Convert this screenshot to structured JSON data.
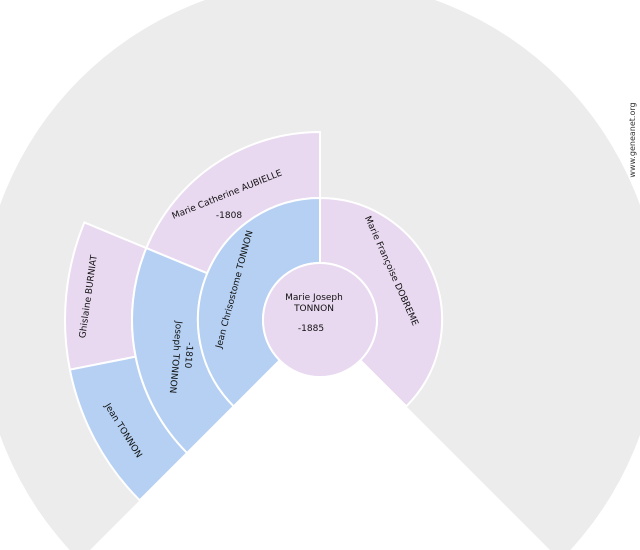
{
  "chart": {
    "watermark": "www.geneanet.org",
    "root": {
      "name_line1": "Marie Joseph",
      "name_line2": "TONNON",
      "date": "-1885",
      "gender": "female"
    },
    "father": {
      "name": "Jean Chrisostome TONNON",
      "date": "",
      "gender": "male"
    },
    "mother": {
      "name": "Marie Françoise DOBREME",
      "date": "",
      "gender": "female"
    },
    "paternal_grandfather": {
      "name": "Joseph TONNON",
      "date": "-1810",
      "gender": "male"
    },
    "paternal_grandmother": {
      "name": "Marie Catherine AUBIELLE",
      "date": "-1808",
      "gender": "female"
    },
    "great_grandfather": {
      "name": "Jean TONNON",
      "date": "",
      "gender": "male"
    },
    "great_grandmother": {
      "name": "Ghislaine BURNIAT",
      "date": "",
      "gender": "female"
    }
  },
  "colors": {
    "male": "#b5d0f2",
    "female": "#e8d8f0",
    "background": "#ececec"
  }
}
